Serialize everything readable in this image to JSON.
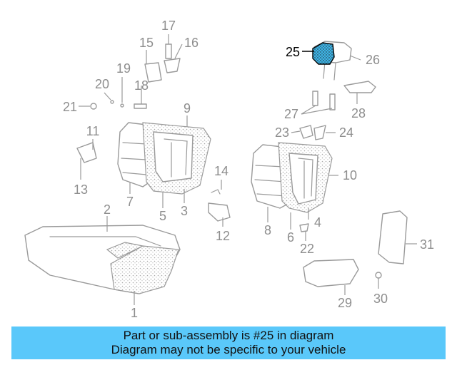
{
  "diagram": {
    "highlighted_part": "25",
    "highlight_color": "#3fb4e6",
    "labels": [
      "1",
      "2",
      "3",
      "4",
      "5",
      "6",
      "7",
      "8",
      "9",
      "10",
      "11",
      "12",
      "13",
      "14",
      "15",
      "16",
      "17",
      "18",
      "19",
      "20",
      "21",
      "22",
      "23",
      "24",
      "25",
      "26",
      "27",
      "28",
      "29",
      "30",
      "31"
    ]
  },
  "banner": {
    "line1": "Part or sub-assembly is #25 in diagram",
    "line2": "Diagram may not be specific to your vehicle",
    "background": "#5ac8fa"
  }
}
